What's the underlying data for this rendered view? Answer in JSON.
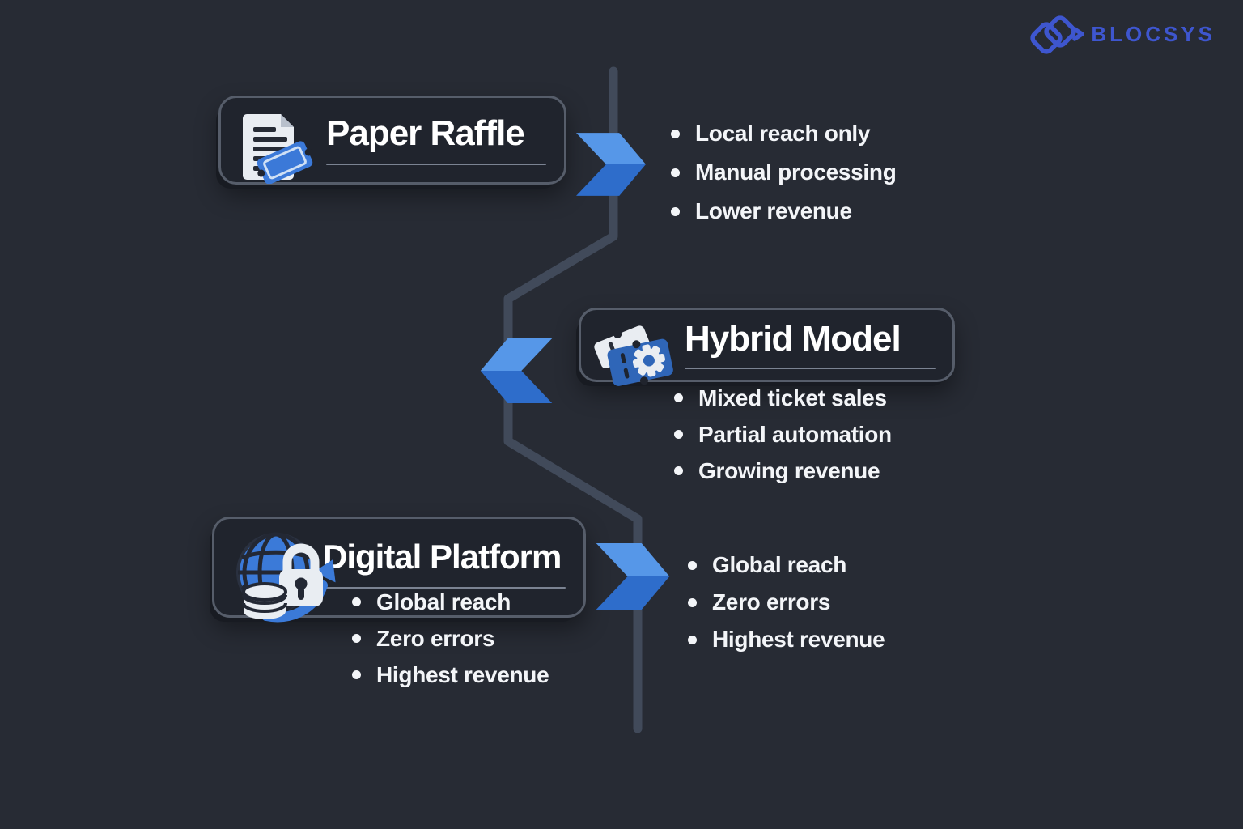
{
  "brand": {
    "name": "BLOCSYS",
    "logo_icon": "blocsys-diamonds-icon"
  },
  "stages": [
    {
      "title": "Paper Raffle",
      "icon": "document-ticket-icon",
      "arrow_direction": "right",
      "bullets": [
        "Local reach only",
        "Manual processing",
        "Lower revenue"
      ]
    },
    {
      "title": "Hybrid Model",
      "icon": "tickets-gear-icon",
      "arrow_direction": "left",
      "bullets": [
        "Mixed ticket sales",
        "Partial automation",
        "Growing revenue"
      ]
    },
    {
      "title": "Digital Platform",
      "icon": "globe-lock-icon",
      "arrow_direction": "right",
      "bullets": [
        "Global reach",
        "Zero errors",
        "Highest revenue"
      ],
      "bullets_right": [
        "Global reach",
        "Zero errors",
        "Highest revenue"
      ]
    }
  ],
  "colors": {
    "background": "#272b34",
    "card_background": "#20242d",
    "card_border": "#565d6a",
    "timeline_line": "#414a5a",
    "arrow_light_blue": "#5697e8",
    "arrow_dark_blue": "#2e6dcb",
    "icon_blue": "#3b7ad8",
    "logo_blue": "#3e56cf",
    "text_white": "#f3f5f8"
  }
}
